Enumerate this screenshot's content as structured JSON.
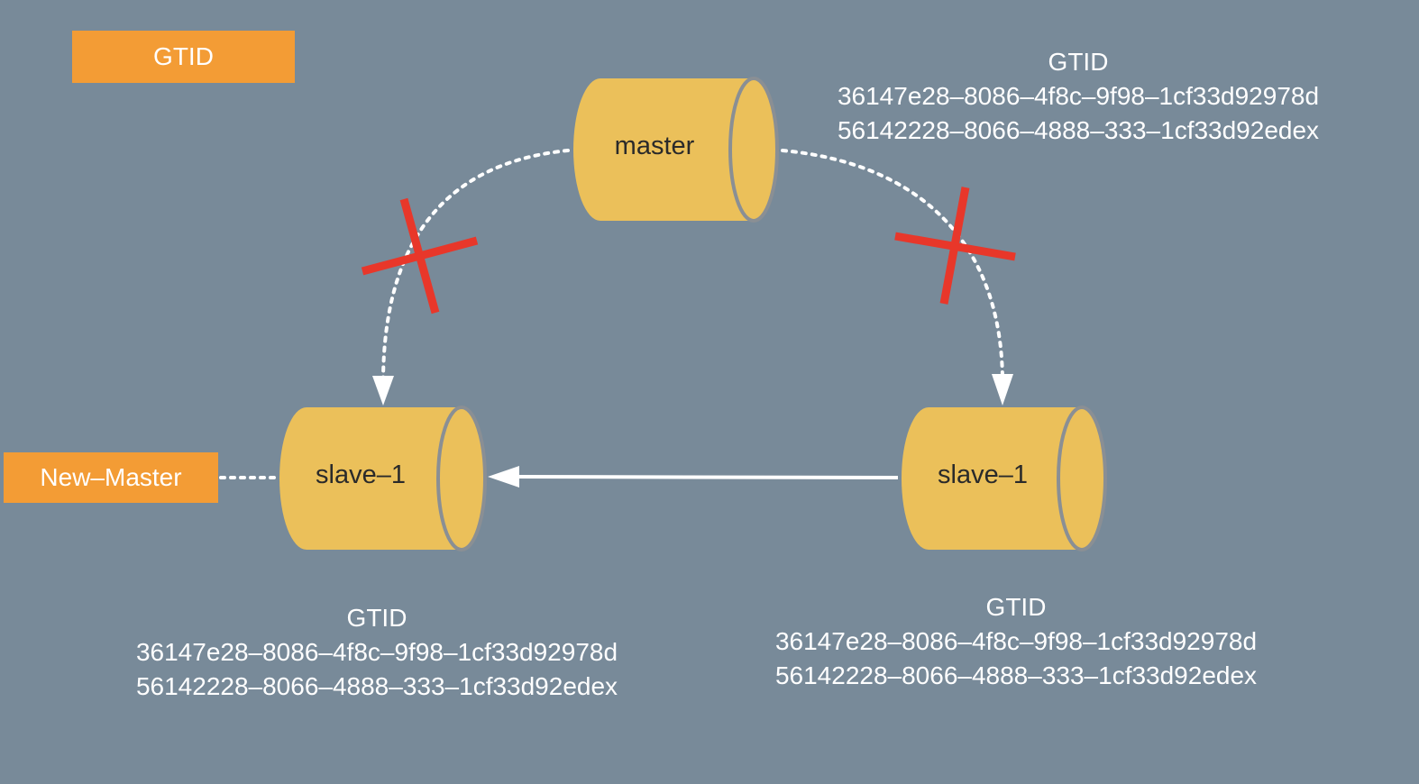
{
  "tags": {
    "gtid": "GTID",
    "new_master": "New–Master"
  },
  "nodes": {
    "master": {
      "label": "master"
    },
    "slave_left": {
      "label": "slave–1"
    },
    "slave_right": {
      "label": "slave–1"
    }
  },
  "gtid_sets": {
    "master": {
      "title": "GTID",
      "line1": "36147e28–8086–4f8c–9f98–1cf33d92978d",
      "line2": "56142228–8066–4888–333–1cf33d92edex"
    },
    "slave_left": {
      "title": "GTID",
      "line1": "36147e28–8086–4f8c–9f98–1cf33d92978d",
      "line2": "56142228–8066–4888–333–1cf33d92edex"
    },
    "slave_right": {
      "title": "GTID",
      "line1": "36147e28–8086–4f8c–9f98–1cf33d92978d",
      "line2": "56142228–8066–4888–333–1cf33d92edex"
    }
  },
  "colors": {
    "background": "#788a99",
    "tag": "#f39c35",
    "cylinder": "#ebc05a",
    "cylinder_edge": "#8a8f94",
    "cross": "#e8372a",
    "arrow": "#ffffff"
  }
}
